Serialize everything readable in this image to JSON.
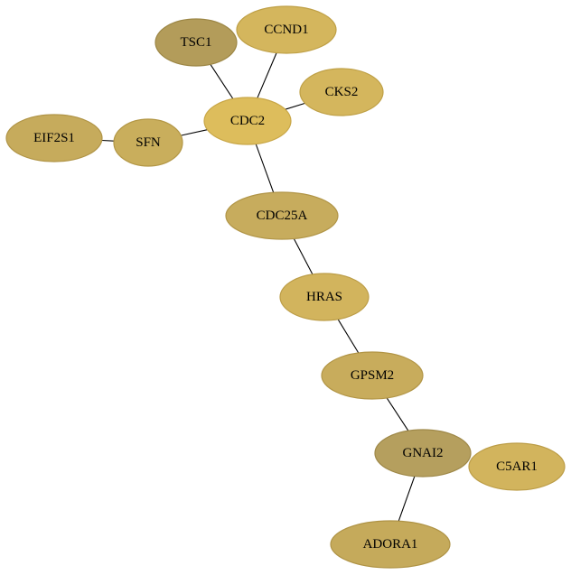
{
  "nodes": [
    {
      "id": "TSC1",
      "label": "TSC1",
      "fill": "#b39c5a",
      "stroke": "#9c8645"
    },
    {
      "id": "CCND1",
      "label": "CCND1",
      "fill": "#d4b65d",
      "stroke": "#bfa046"
    },
    {
      "id": "CKS2",
      "label": "CKS2",
      "fill": "#d4b65d",
      "stroke": "#bfa046"
    },
    {
      "id": "CDC2",
      "label": "CDC2",
      "fill": "#ddbd5c",
      "stroke": "#c8a646"
    },
    {
      "id": "EIF2S1",
      "label": "EIF2S1",
      "fill": "#c6ab5c",
      "stroke": "#b09446"
    },
    {
      "id": "SFN",
      "label": "SFN",
      "fill": "#c9ae5c",
      "stroke": "#b39746"
    },
    {
      "id": "CDC25A",
      "label": "CDC25A",
      "fill": "#c7ac5d",
      "stroke": "#b19547"
    },
    {
      "id": "HRAS",
      "label": "HRAS",
      "fill": "#d2b45d",
      "stroke": "#bc9d47"
    },
    {
      "id": "GPSM2",
      "label": "GPSM2",
      "fill": "#c8ac5c",
      "stroke": "#b29546"
    },
    {
      "id": "GNAI2",
      "label": "GNAI2",
      "fill": "#b59f5e",
      "stroke": "#9e8848"
    },
    {
      "id": "C5AR1",
      "label": "C5AR1",
      "fill": "#d2b45d",
      "stroke": "#bc9d47"
    },
    {
      "id": "ADORA1",
      "label": "ADORA1",
      "fill": "#c5aa5b",
      "stroke": "#af9345"
    }
  ],
  "edges": [
    {
      "source": "TSC1",
      "target": "CDC2"
    },
    {
      "source": "CCND1",
      "target": "CDC2"
    },
    {
      "source": "CKS2",
      "target": "CDC2"
    },
    {
      "source": "SFN",
      "target": "CDC2"
    },
    {
      "source": "EIF2S1",
      "target": "SFN"
    },
    {
      "source": "CDC2",
      "target": "CDC25A"
    },
    {
      "source": "CDC25A",
      "target": "HRAS"
    },
    {
      "source": "HRAS",
      "target": "GPSM2"
    },
    {
      "source": "GPSM2",
      "target": "GNAI2"
    },
    {
      "source": "GNAI2",
      "target": "ADORA1"
    }
  ]
}
